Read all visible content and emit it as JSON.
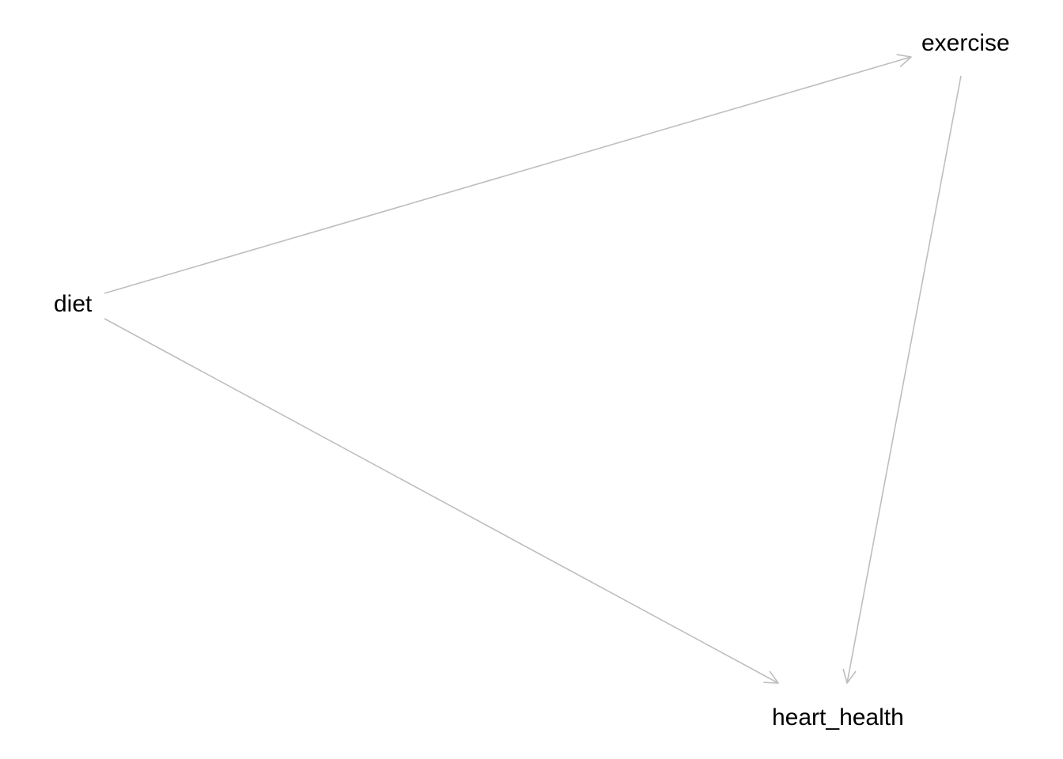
{
  "diagram": {
    "type": "directed-acyclic-graph",
    "edge_color": "#bebebe",
    "label_color": "#000000",
    "background": "#ffffff",
    "nodes": [
      {
        "id": "diet",
        "label": "diet"
      },
      {
        "id": "exercise",
        "label": "exercise"
      },
      {
        "id": "heart_health",
        "label": "heart_health"
      }
    ],
    "edges": [
      {
        "from": "diet",
        "to": "exercise"
      },
      {
        "from": "diet",
        "to": "heart_health"
      },
      {
        "from": "exercise",
        "to": "heart_health"
      }
    ]
  }
}
